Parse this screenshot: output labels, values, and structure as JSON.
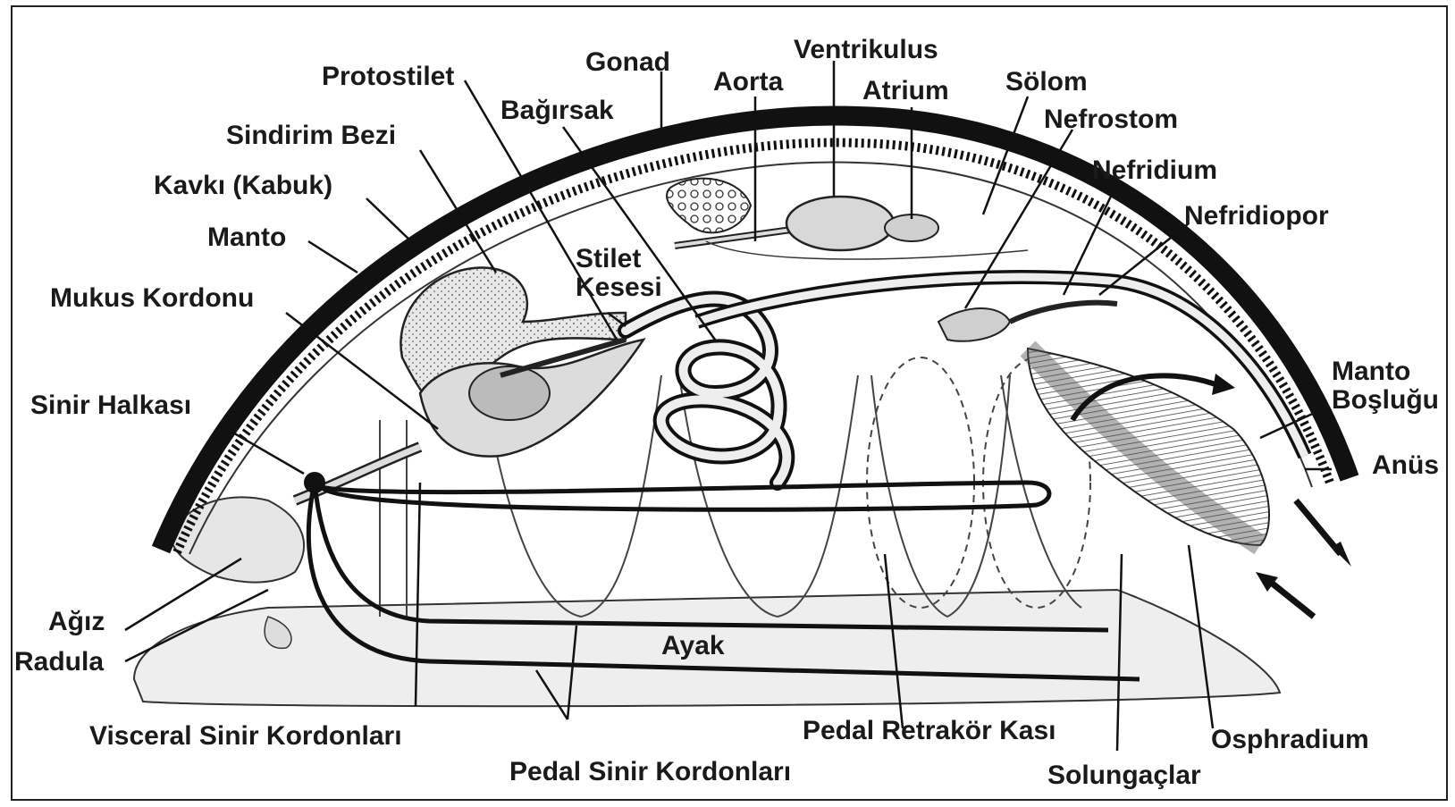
{
  "diagram": {
    "labels": {
      "protostilet": "Protostilet",
      "gonad": "Gonad",
      "ventrikulus": "Ventrikulus",
      "aorta": "Aorta",
      "atrium": "Atrium",
      "solom": "Sölom",
      "bagirsak": "Bağırsak",
      "nefrostom": "Nefrostom",
      "sindirim_bezi": "Sindirim Bezi",
      "nefridium": "Nefridium",
      "kavki": "Kavkı (Kabuk)",
      "nefridiopor": "Nefridiopor",
      "manto": "Manto",
      "stilet_kesesi": "Stilet\nKesesi",
      "mukus_kordonu": "Mukus Kordonu",
      "manto_boslugu": "Manto\nBoşluğu",
      "sinir_halkasi": "Sinir Halkası",
      "anus": "Anüs",
      "agiz": "Ağız",
      "radula": "Radula",
      "ayak": "Ayak",
      "visceral": "Visceral Sinir Kordonları",
      "pedal_retraktor": "Pedal Retrakör Kası",
      "osphradium": "Osphradium",
      "pedal_sinir": "Pedal Sinir Kordonları",
      "solungaclar": "Solungaçlar"
    }
  }
}
